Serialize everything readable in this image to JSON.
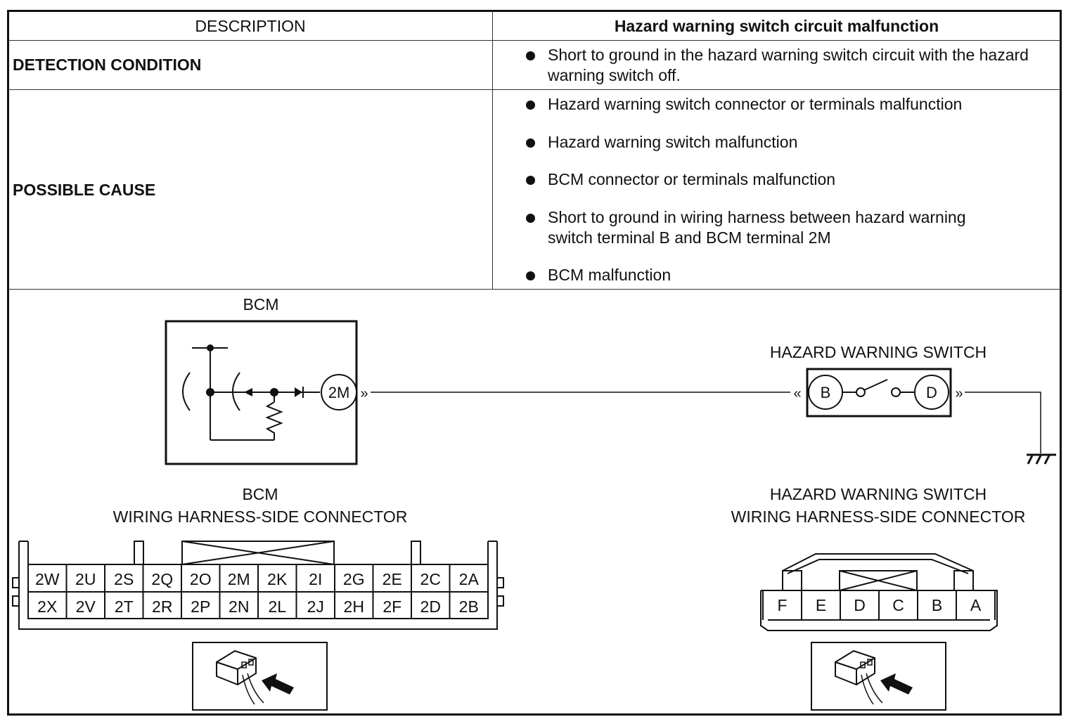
{
  "table": {
    "header_left": "DESCRIPTION",
    "header_right": "Hazard warning switch circuit malfunction",
    "rows": [
      {
        "label": "DETECTION CONDITION",
        "items": [
          "Short to ground in the hazard warning switch circuit with the hazard warning switch off."
        ]
      },
      {
        "label": "POSSIBLE CAUSE",
        "items": [
          "Hazard warning switch connector or terminals malfunction",
          "Hazard warning switch malfunction",
          "BCM connector or terminals malfunction",
          "Short to ground in wiring harness between hazard warning switch terminal B and BCM terminal 2M",
          "BCM malfunction"
        ]
      }
    ]
  },
  "diagram": {
    "bcm_label": "BCM",
    "bcm_terminal": "2M",
    "switch_label": "HAZARD WARNING SWITCH",
    "switch_terminal_left": "B",
    "switch_terminal_right": "D",
    "bcm_connector_title_1": "BCM",
    "bcm_connector_title_2": "WIRING HARNESS-SIDE CONNECTOR",
    "bcm_connector_top_row": [
      "2W",
      "2U",
      "2S",
      "2Q",
      "2O",
      "2M",
      "2K",
      "2I",
      "2G",
      "2E",
      "2C",
      "2A"
    ],
    "bcm_connector_bottom_row": [
      "2X",
      "2V",
      "2T",
      "2R",
      "2P",
      "2N",
      "2L",
      "2J",
      "2H",
      "2F",
      "2D",
      "2B"
    ],
    "switch_connector_title_1": "HAZARD WARNING SWITCH",
    "switch_connector_title_2": "WIRING HARNESS-SIDE CONNECTOR",
    "switch_connector_pins": [
      "F",
      "E",
      "D",
      "C",
      "B",
      "A"
    ]
  }
}
